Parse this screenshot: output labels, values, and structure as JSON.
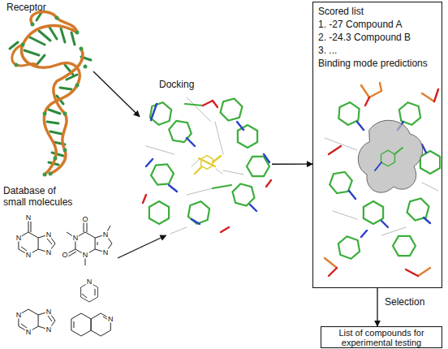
{
  "diagram": {
    "nodes": [
      {
        "text": [
          "Receptor"
        ]
      },
      {
        "text": [
          "Database of small molecules"
        ]
      },
      {
        "text": [
          "Docking"
        ]
      },
      {
        "text": [
          "Scored list",
          "1. -27 Compound A",
          "2. -24.3 Compound B",
          "3. ...",
          "Binding mode predictions"
        ]
      },
      {
        "text": [
          "List of compounds for experimental testing"
        ]
      }
    ],
    "edges": [
      {
        "from": 0,
        "to": 2,
        "arrow": "to"
      },
      {
        "from": 1,
        "to": 2,
        "arrow": "to"
      },
      {
        "from": 2,
        "to": 3,
        "arrow": "to"
      },
      {
        "from": 3,
        "to": 4,
        "label": "Selection",
        "arrow": "to"
      }
    ],
    "labels": [
      "N",
      "N",
      "N",
      "N",
      "N",
      "O",
      "N",
      "O",
      "N",
      "N",
      "N",
      "N",
      "N",
      "N",
      "N",
      "N",
      "N"
    ]
  }
}
